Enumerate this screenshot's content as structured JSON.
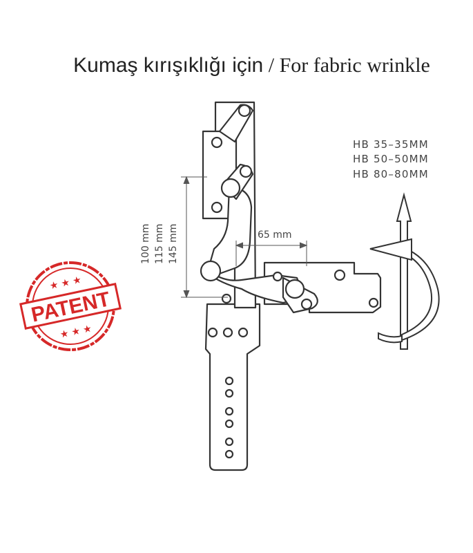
{
  "title": {
    "tr": "Kumaş kırışıklığı için",
    "separator": "/",
    "en": "For fabric wrinkle"
  },
  "specs": [
    "HB  35–35MM",
    "HB  50–50MM",
    "HB  80–80MM"
  ],
  "dimensions": {
    "vertical": [
      "100 mm",
      "115 mm",
      "145 mm"
    ],
    "horizontal": "65 mm"
  },
  "stamp": {
    "text": "PATENT",
    "color": "#d62828"
  },
  "colors": {
    "line": "#333333",
    "dim_line": "#555555"
  }
}
